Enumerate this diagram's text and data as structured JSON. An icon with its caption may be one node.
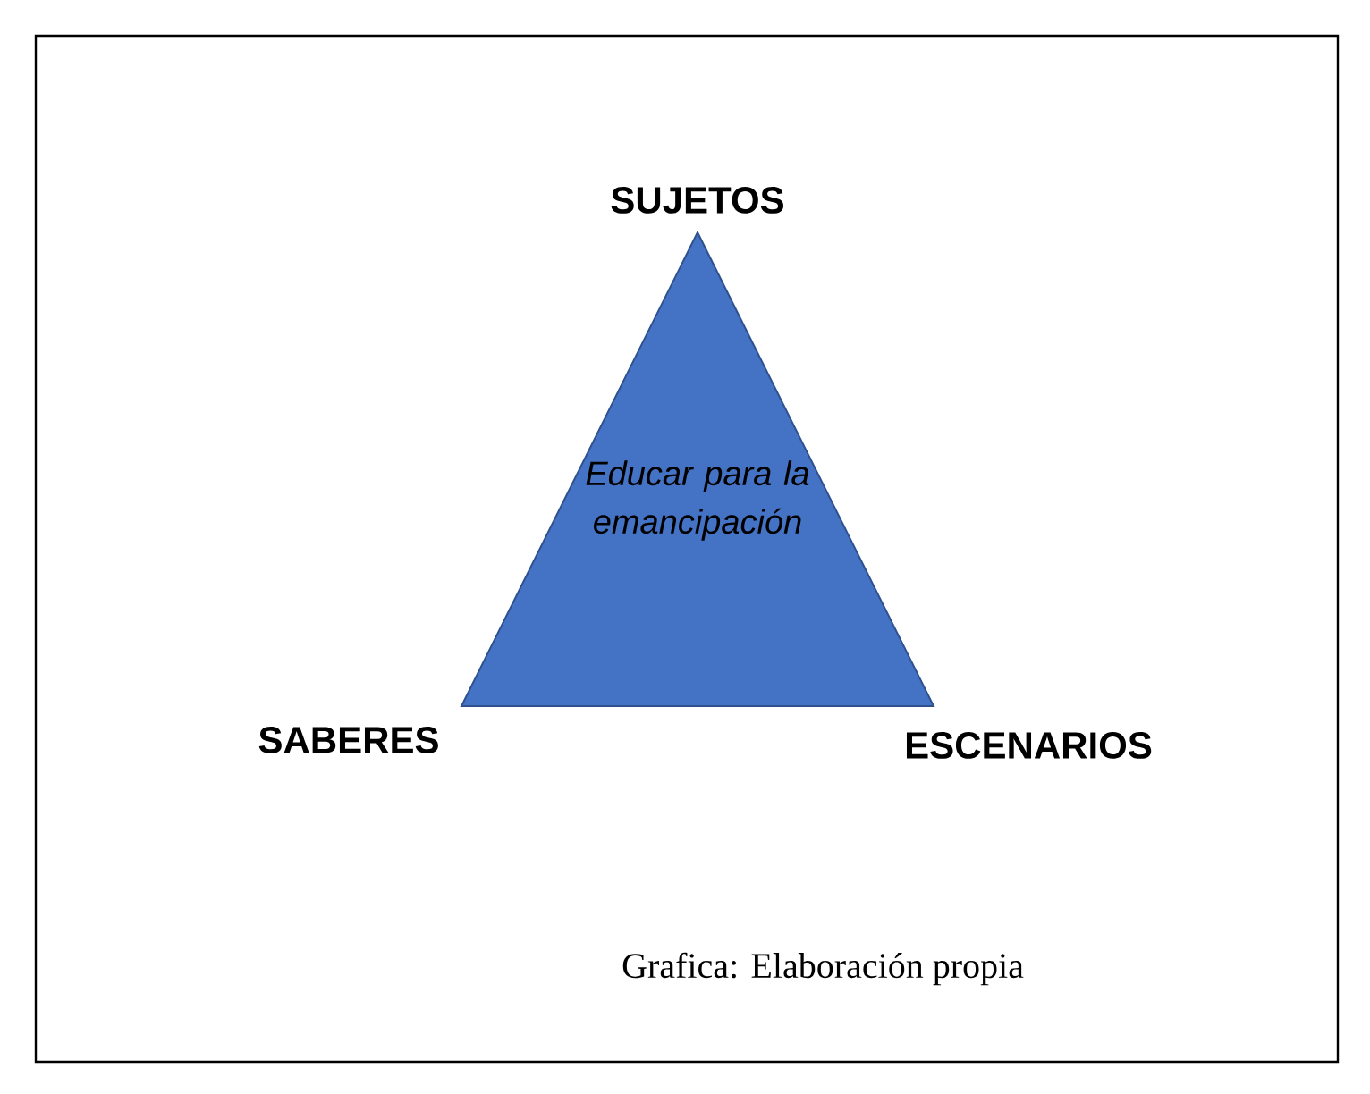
{
  "diagram": {
    "caption": "Grafica: Elaboración propia",
    "nodes": [
      {
        "text": [
          "Educar para la emancipación"
        ]
      }
    ],
    "labels": [
      "SUJETOS",
      "SABERES",
      "ESCENARIOS"
    ]
  }
}
